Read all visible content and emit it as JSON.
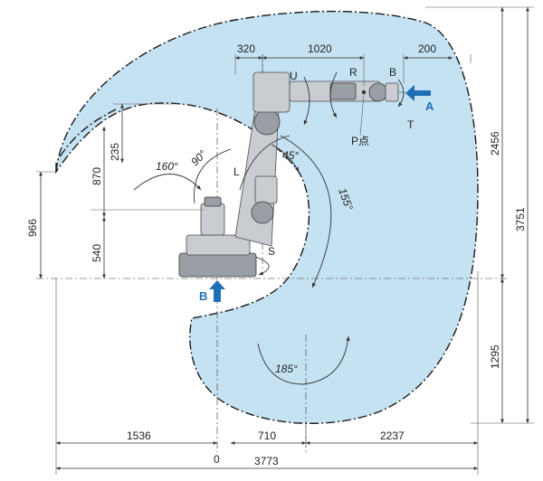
{
  "dimensions": {
    "top": [
      "320",
      "1020",
      "200"
    ],
    "left": [
      "235",
      "870",
      "540",
      "966"
    ],
    "right": [
      "2456",
      "3751",
      "1295"
    ],
    "bottom": [
      "1536",
      "710",
      "2237",
      "0",
      "3773"
    ]
  },
  "joints": [
    "U",
    "R",
    "B",
    "T",
    "L",
    "S"
  ],
  "angles": [
    "160°",
    "90°",
    "45°",
    "155°",
    "185°"
  ],
  "markers": {
    "a": "A",
    "b": "B",
    "p_point": "P点"
  },
  "colors": {
    "envelope": "#c4e2f2",
    "arrow": "#1f6fb5",
    "lines": "#333333"
  }
}
